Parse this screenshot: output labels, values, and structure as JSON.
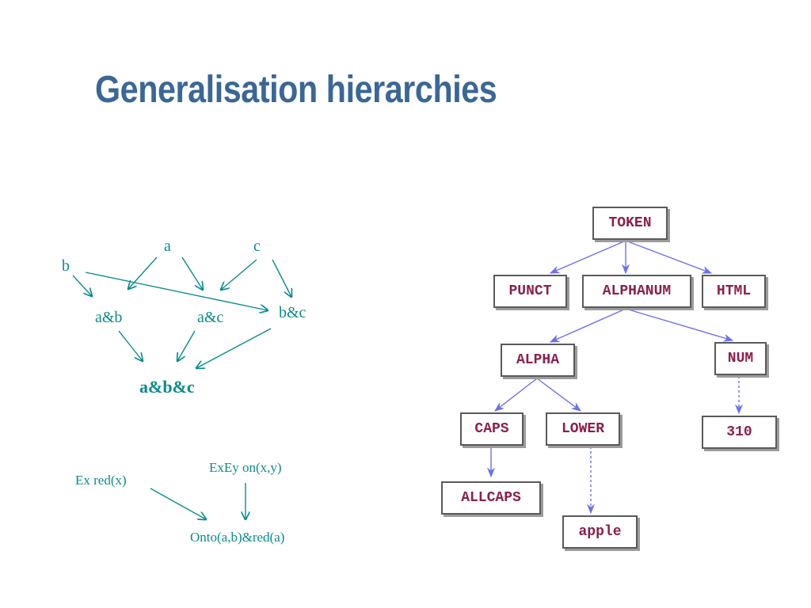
{
  "slide": {
    "title": "Generalisation hierarchies"
  },
  "lattice": {
    "a": "a",
    "c": "c",
    "b": "b",
    "ab": "a&b",
    "ac": "a&c",
    "bc": "b&c",
    "abc": "a&b&c"
  },
  "logic": {
    "ex_red": "Ex red(x)",
    "exey_on": "ExEy on(x,y)",
    "onto_red": "Onto(a,b)&red(a)"
  },
  "token_tree": {
    "token": "TOKEN",
    "punct": "PUNCT",
    "alphanum": "ALPHANUM",
    "html": "HTML",
    "alpha": "ALPHA",
    "num": "NUM",
    "caps": "CAPS",
    "lower": "LOWER",
    "n310": "310",
    "allcaps": "ALLCAPS",
    "apple": "apple"
  },
  "colors": {
    "title": "#3a6796",
    "teal": "#0b8c8c",
    "node_text": "#8b1f4d",
    "arrow_blue": "#6f6ff0"
  }
}
